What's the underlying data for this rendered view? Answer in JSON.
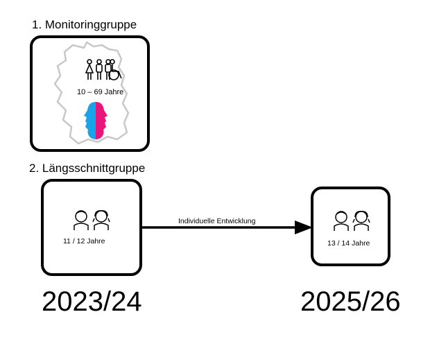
{
  "monitoring": {
    "heading": "1. Monitoringgruppe",
    "age_range": "10 – 69 Jahre",
    "icons": [
      "germany-map-icon",
      "people-icon",
      "wheelchair-icon",
      "faces-icon"
    ]
  },
  "longitudinal": {
    "heading": "2. Längsschnittgruppe",
    "start_age": "11 / 12 Jahre",
    "end_age": "13 / 14 Jahre",
    "arrow_label": "Individuelle Entwicklung",
    "icons": [
      "boy-icon",
      "girl-icon"
    ]
  },
  "years": {
    "start": "2023/24",
    "end": "2025/26"
  },
  "colors": {
    "blue": "#1aa3e8",
    "pink": "#e8157a",
    "map_outline": "#c8c8c8"
  }
}
